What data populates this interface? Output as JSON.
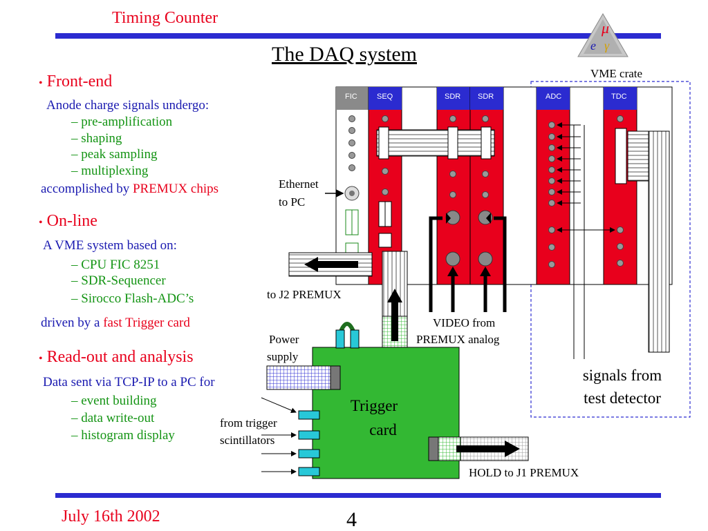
{
  "header": {
    "title": "Timing Counter"
  },
  "slide_title": "The DAQ system",
  "left_panel": {
    "sections": [
      {
        "bullet": "Front-end",
        "intro": "Anode charge signals undergo:",
        "items": [
          "– pre-amplification",
          "– shaping",
          "– peak sampling",
          "– multiplexing"
        ],
        "outro_prefix": "accomplished by",
        "outro_highlight": "PREMUX chips"
      },
      {
        "bullet": "On-line",
        "intro": "A VME system based on:",
        "items": [
          "– CPU FIC 8251",
          "– SDR-Sequencer",
          "– Sirocco Flash-ADC’s"
        ],
        "outro_prefix": "driven by a",
        "outro_highlight": "fast Trigger card"
      },
      {
        "bullet": "Read-out and analysis",
        "intro": "Data sent via TCP-IP to a PC for",
        "items": [
          "– event building",
          "– data write-out",
          "– histogram display"
        ]
      }
    ]
  },
  "diagram": {
    "vme_crate_label": "VME crate",
    "modules": [
      "FIC",
      "SEQ",
      "SDR",
      "SDR",
      "ADC",
      "TDC"
    ],
    "ethernet_label_1": "Ethernet",
    "ethernet_label_2": "to  PC",
    "j2_label": "to J2 PREMUX",
    "video_label_1": "VIDEO from",
    "video_label_2": "PREMUX analog",
    "power_label_1": "Power",
    "power_label_2": "supply",
    "trigger_label_1": "Trigger",
    "trigger_label_2": "card",
    "scint_label_1": "from trigger",
    "scint_label_2": "scintillators",
    "hold_label": "HOLD to J1 PREMUX",
    "signals_label_1": "signals from",
    "signals_label_2": "test detector"
  },
  "footer": {
    "date": "July 16th 2002",
    "page": "4"
  },
  "colors": {
    "accent_red": "#e8001c",
    "rule_blue": "#2b2bd0",
    "text_blue": "#1a1ab0",
    "text_green": "#149414",
    "board_green": "#33b833",
    "module_red": "#e8001c"
  }
}
